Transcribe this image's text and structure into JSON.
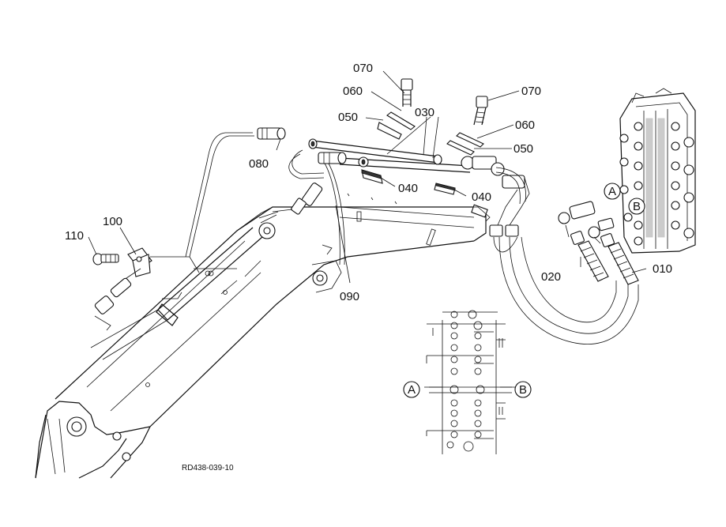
{
  "diagram": {
    "drawing_code": "RD438-039-10",
    "callouts": [
      "070",
      "060",
      "030",
      "070",
      "050",
      "060",
      "050",
      "080",
      "040",
      "040",
      "100",
      "110",
      "020",
      "010",
      "090"
    ],
    "port_labels": [
      "A",
      "B",
      "A",
      "B"
    ]
  }
}
